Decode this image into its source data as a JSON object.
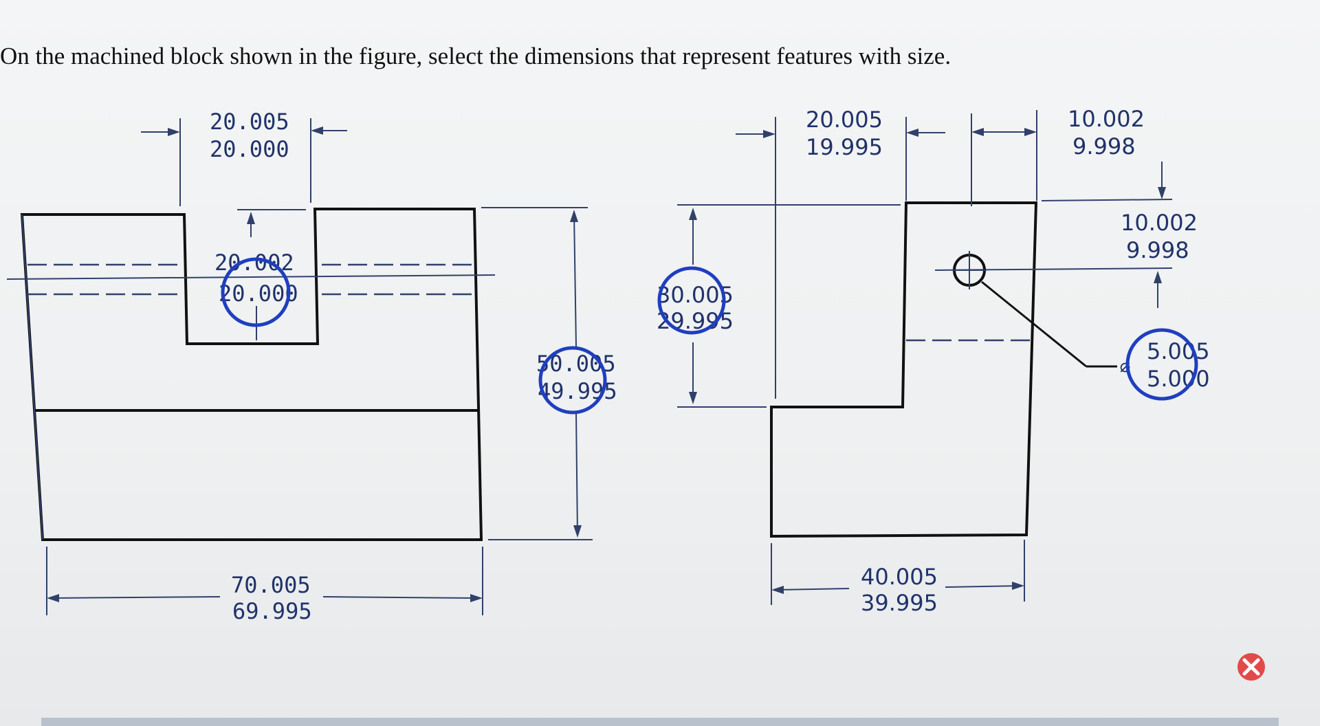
{
  "question": "On the machined block shown in the figure, select the dimensions that represent features with size.",
  "left_view": {
    "slot_width": [
      "20.005",
      "20.000"
    ],
    "slot_depth": [
      "20.002",
      "20.000"
    ],
    "height": [
      "50.005",
      "49.995"
    ],
    "length": [
      "70.005",
      "69.995"
    ]
  },
  "right_view": {
    "step_width": [
      "20.005",
      "19.995"
    ],
    "step_height": [
      "30.005",
      "29.995"
    ],
    "hole_x": [
      "10.002",
      "9.998"
    ],
    "hole_y": [
      "10.002",
      "9.998"
    ],
    "hole_diameter_symbol": "⌀",
    "hole_diameter": [
      "5.005",
      "5.000"
    ],
    "width": [
      "40.005",
      "39.995"
    ]
  },
  "status_icon": "close-icon",
  "colors": {
    "selection_circle": "#1f3fbf",
    "close_icon": "#e24a4a"
  }
}
